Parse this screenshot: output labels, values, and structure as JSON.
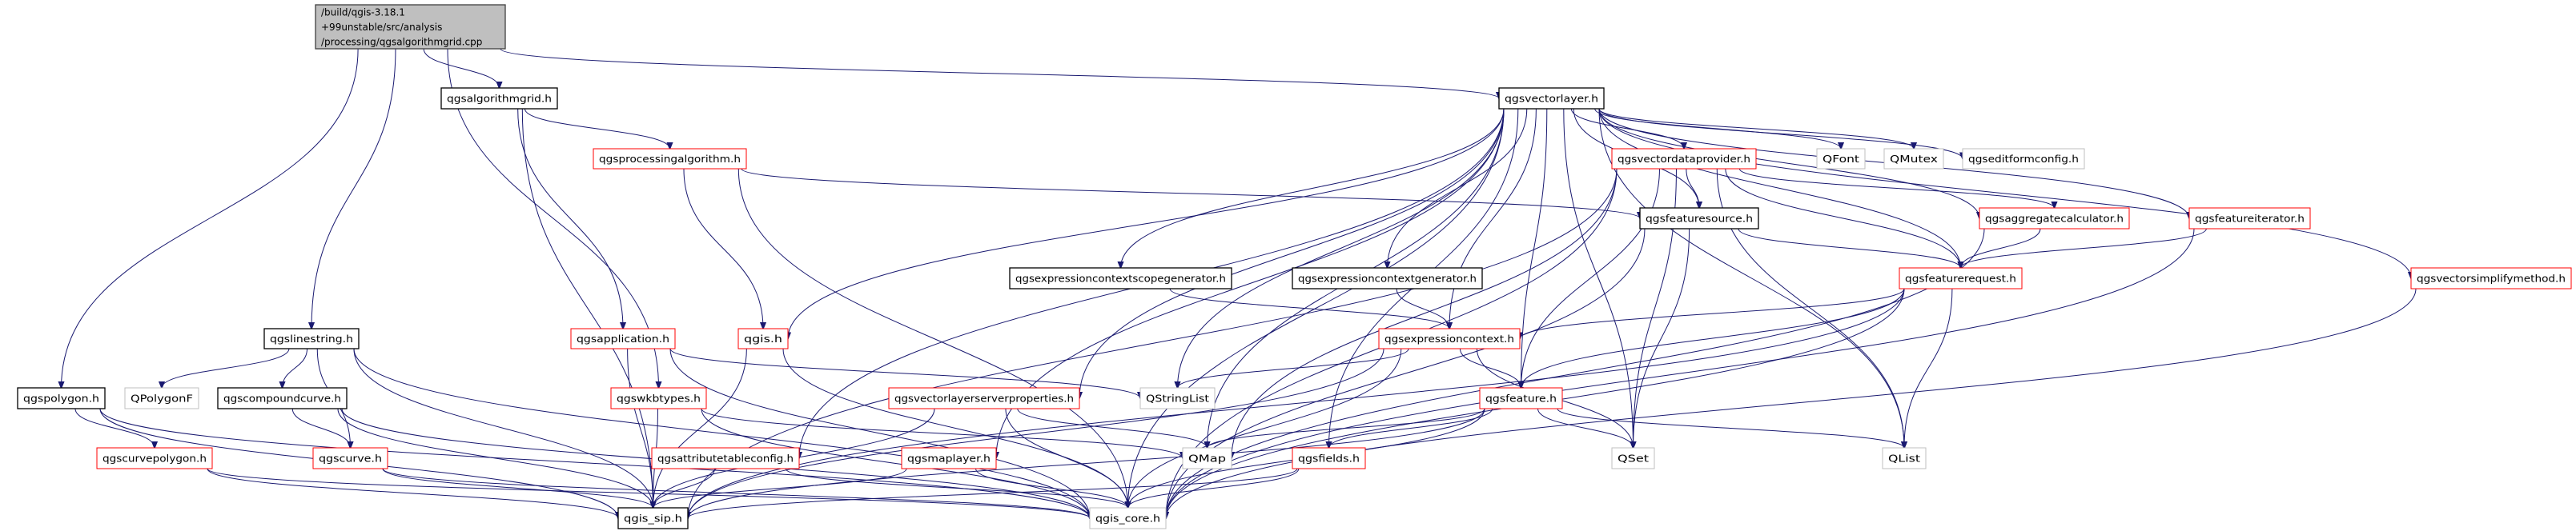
{
  "graph": {
    "edge_color": "#191970",
    "style_colors": {
      "root": "#bfbfbf",
      "documented": "#000000",
      "red": "#ff0000",
      "external": "#bfbfbf"
    },
    "nodes": [
      {
        "id": "root",
        "label": [
          "/build/qgis-3.18.1",
          "+99unstable/src/analysis",
          "/processing/qgsalgorithmgrid.cpp"
        ],
        "style": "root"
      },
      {
        "id": "algorithmgrid",
        "label": [
          "qgsalgorithmgrid.h"
        ],
        "style": "documented"
      },
      {
        "id": "vectorlayer",
        "label": [
          "qgsvectorlayer.h"
        ],
        "style": "documented"
      },
      {
        "id": "processingalgorithm",
        "label": [
          "qgsprocessingalgorithm.h"
        ],
        "style": "red"
      },
      {
        "id": "vectordataprovider",
        "label": [
          "qgsvectordataprovider.h"
        ],
        "style": "red"
      },
      {
        "id": "qfont",
        "label": [
          "QFont"
        ],
        "style": "external"
      },
      {
        "id": "qmutex",
        "label": [
          "QMutex"
        ],
        "style": "external"
      },
      {
        "id": "editformconfig",
        "label": [
          "qgseditformconfig.h"
        ],
        "style": "external"
      },
      {
        "id": "featuresource",
        "label": [
          "qgsfeaturesource.h"
        ],
        "style": "documented"
      },
      {
        "id": "aggregatecalculator",
        "label": [
          "qgsaggregatecalculator.h"
        ],
        "style": "red"
      },
      {
        "id": "featureiterator",
        "label": [
          "qgsfeatureiterator.h"
        ],
        "style": "red"
      },
      {
        "id": "ctxscopegen",
        "label": [
          "qgsexpressioncontextscopegenerator.h"
        ],
        "style": "documented"
      },
      {
        "id": "ctxgen",
        "label": [
          "qgsexpressioncontextgenerator.h"
        ],
        "style": "documented"
      },
      {
        "id": "featurerequest",
        "label": [
          "qgsfeaturerequest.h"
        ],
        "style": "red"
      },
      {
        "id": "simplifymethod",
        "label": [
          "qgsvectorsimplifymethod.h"
        ],
        "style": "red"
      },
      {
        "id": "linestring",
        "label": [
          "qgslinestring.h"
        ],
        "style": "documented"
      },
      {
        "id": "application",
        "label": [
          "qgsapplication.h"
        ],
        "style": "red"
      },
      {
        "id": "qgis",
        "label": [
          "qgis.h"
        ],
        "style": "red"
      },
      {
        "id": "expressioncontext",
        "label": [
          "qgsexpressioncontext.h"
        ],
        "style": "red"
      },
      {
        "id": "polygon",
        "label": [
          "qgspolygon.h"
        ],
        "style": "documented"
      },
      {
        "id": "qpolygonf",
        "label": [
          "QPolygonF"
        ],
        "style": "external"
      },
      {
        "id": "compoundcurve",
        "label": [
          "qgscompoundcurve.h"
        ],
        "style": "documented"
      },
      {
        "id": "wkbtypes",
        "label": [
          "qgswkbtypes.h"
        ],
        "style": "red"
      },
      {
        "id": "serverproperties",
        "label": [
          "qgsvectorlayerserverproperties.h"
        ],
        "style": "red"
      },
      {
        "id": "qstringlist",
        "label": [
          "QStringList"
        ],
        "style": "external"
      },
      {
        "id": "feature",
        "label": [
          "qgsfeature.h"
        ],
        "style": "red"
      },
      {
        "id": "curvepolygon",
        "label": [
          "qgscurvepolygon.h"
        ],
        "style": "red"
      },
      {
        "id": "curve",
        "label": [
          "qgscurve.h"
        ],
        "style": "red"
      },
      {
        "id": "attributetableconfig",
        "label": [
          "qgsattributetableconfig.h"
        ],
        "style": "red"
      },
      {
        "id": "maplayer",
        "label": [
          "qgsmaplayer.h"
        ],
        "style": "red"
      },
      {
        "id": "qmap",
        "label": [
          "QMap"
        ],
        "style": "external"
      },
      {
        "id": "fields",
        "label": [
          "qgsfields.h"
        ],
        "style": "red"
      },
      {
        "id": "qset",
        "label": [
          "QSet"
        ],
        "style": "external"
      },
      {
        "id": "qlist",
        "label": [
          "QList"
        ],
        "style": "external"
      },
      {
        "id": "qgissip",
        "label": [
          "qgis_sip.h"
        ],
        "style": "documented"
      },
      {
        "id": "qgiscore",
        "label": [
          "qgis_core.h"
        ],
        "style": "external"
      }
    ],
    "edges": [
      [
        "root",
        "algorithmgrid"
      ],
      [
        "root",
        "vectorlayer"
      ],
      [
        "root",
        "linestring"
      ],
      [
        "root",
        "polygon"
      ],
      [
        "root",
        "wkbtypes"
      ],
      [
        "algorithmgrid",
        "processingalgorithm"
      ],
      [
        "algorithmgrid",
        "application"
      ],
      [
        "algorithmgrid",
        "qgissip"
      ],
      [
        "processingalgorithm",
        "qgis"
      ],
      [
        "processingalgorithm",
        "featuresource"
      ],
      [
        "processingalgorithm",
        "qgiscore"
      ],
      [
        "vectorlayer",
        "vectordataprovider"
      ],
      [
        "vectorlayer",
        "featuresource"
      ],
      [
        "vectorlayer",
        "ctxscopegen"
      ],
      [
        "vectorlayer",
        "ctxgen"
      ],
      [
        "vectorlayer",
        "expressioncontext"
      ],
      [
        "vectorlayer",
        "feature"
      ],
      [
        "vectorlayer",
        "qgis"
      ],
      [
        "vectorlayer",
        "maplayer"
      ],
      [
        "vectorlayer",
        "serverproperties"
      ],
      [
        "vectorlayer",
        "qstringlist"
      ],
      [
        "vectorlayer",
        "qmap"
      ],
      [
        "vectorlayer",
        "fields"
      ],
      [
        "vectorlayer",
        "attributetableconfig"
      ],
      [
        "vectorlayer",
        "qgiscore"
      ],
      [
        "vectorlayer",
        "qfont"
      ],
      [
        "vectorlayer",
        "qmutex"
      ],
      [
        "vectorlayer",
        "editformconfig"
      ],
      [
        "vectorlayer",
        "aggregatecalculator"
      ],
      [
        "vectorlayer",
        "featureiterator"
      ],
      [
        "vectorlayer",
        "featurerequest"
      ],
      [
        "vectorlayer",
        "simplifymethod"
      ],
      [
        "vectorlayer",
        "qset"
      ],
      [
        "vectorlayer",
        "qlist"
      ],
      [
        "vectordataprovider",
        "featuresource"
      ],
      [
        "vectordataprovider",
        "featurerequest"
      ],
      [
        "vectordataprovider",
        "aggregatecalculator"
      ],
      [
        "vectordataprovider",
        "feature"
      ],
      [
        "vectordataprovider",
        "qmap"
      ],
      [
        "vectordataprovider",
        "qset"
      ],
      [
        "vectordataprovider",
        "qlist"
      ],
      [
        "vectordataprovider",
        "qgiscore"
      ],
      [
        "vectordataprovider",
        "qgissip"
      ],
      [
        "featuresource",
        "featurerequest"
      ],
      [
        "featuresource",
        "qset"
      ],
      [
        "featuresource",
        "qgiscore"
      ],
      [
        "ctxscopegen",
        "expressioncontext"
      ],
      [
        "ctxgen",
        "expressioncontext"
      ],
      [
        "featurerequest",
        "expressioncontext"
      ],
      [
        "featurerequest",
        "feature"
      ],
      [
        "featurerequest",
        "qlist"
      ],
      [
        "featurerequest",
        "qgiscore"
      ],
      [
        "featurerequest",
        "qgissip"
      ],
      [
        "aggregatecalculator",
        "featurerequest"
      ],
      [
        "aggregatecalculator",
        "qgiscore"
      ],
      [
        "featureiterator",
        "featurerequest"
      ],
      [
        "featureiterator",
        "qgiscore"
      ],
      [
        "simplifymethod",
        "qgiscore"
      ],
      [
        "expressioncontext",
        "qstringlist"
      ],
      [
        "expressioncontext",
        "feature"
      ],
      [
        "expressioncontext",
        "qset"
      ],
      [
        "expressioncontext",
        "qgiscore"
      ],
      [
        "expressioncontext",
        "qgissip"
      ],
      [
        "feature",
        "qmap"
      ],
      [
        "feature",
        "fields"
      ],
      [
        "feature",
        "qset"
      ],
      [
        "feature",
        "qlist"
      ],
      [
        "feature",
        "qgiscore"
      ],
      [
        "feature",
        "qgissip"
      ],
      [
        "fields",
        "qgiscore"
      ],
      [
        "fields",
        "qgissip"
      ],
      [
        "maplayer",
        "qgiscore"
      ],
      [
        "maplayer",
        "qgissip"
      ],
      [
        "serverproperties",
        "qmap"
      ],
      [
        "serverproperties",
        "qgiscore"
      ],
      [
        "serverproperties",
        "qgissip"
      ],
      [
        "application",
        "qstringlist"
      ],
      [
        "application",
        "qgissip"
      ],
      [
        "application",
        "qgiscore"
      ],
      [
        "qgis",
        "qgissip"
      ],
      [
        "qgis",
        "qgiscore"
      ],
      [
        "wkbtypes",
        "qmap"
      ],
      [
        "wkbtypes",
        "qgissip"
      ],
      [
        "wkbtypes",
        "qgiscore"
      ],
      [
        "attributetableconfig",
        "qgissip"
      ],
      [
        "attributetableconfig",
        "qgiscore"
      ],
      [
        "linestring",
        "qpolygonf"
      ],
      [
        "linestring",
        "compoundcurve"
      ],
      [
        "linestring",
        "curve"
      ],
      [
        "linestring",
        "qgissip"
      ],
      [
        "linestring",
        "qgiscore"
      ],
      [
        "polygon",
        "curvepolygon"
      ],
      [
        "polygon",
        "qgissip"
      ],
      [
        "polygon",
        "qgiscore"
      ],
      [
        "compoundcurve",
        "curve"
      ],
      [
        "compoundcurve",
        "qgissip"
      ],
      [
        "compoundcurve",
        "qgiscore"
      ],
      [
        "curvepolygon",
        "qgissip"
      ],
      [
        "curvepolygon",
        "qgiscore"
      ],
      [
        "curve",
        "qgissip"
      ],
      [
        "curve",
        "qgiscore"
      ]
    ]
  }
}
